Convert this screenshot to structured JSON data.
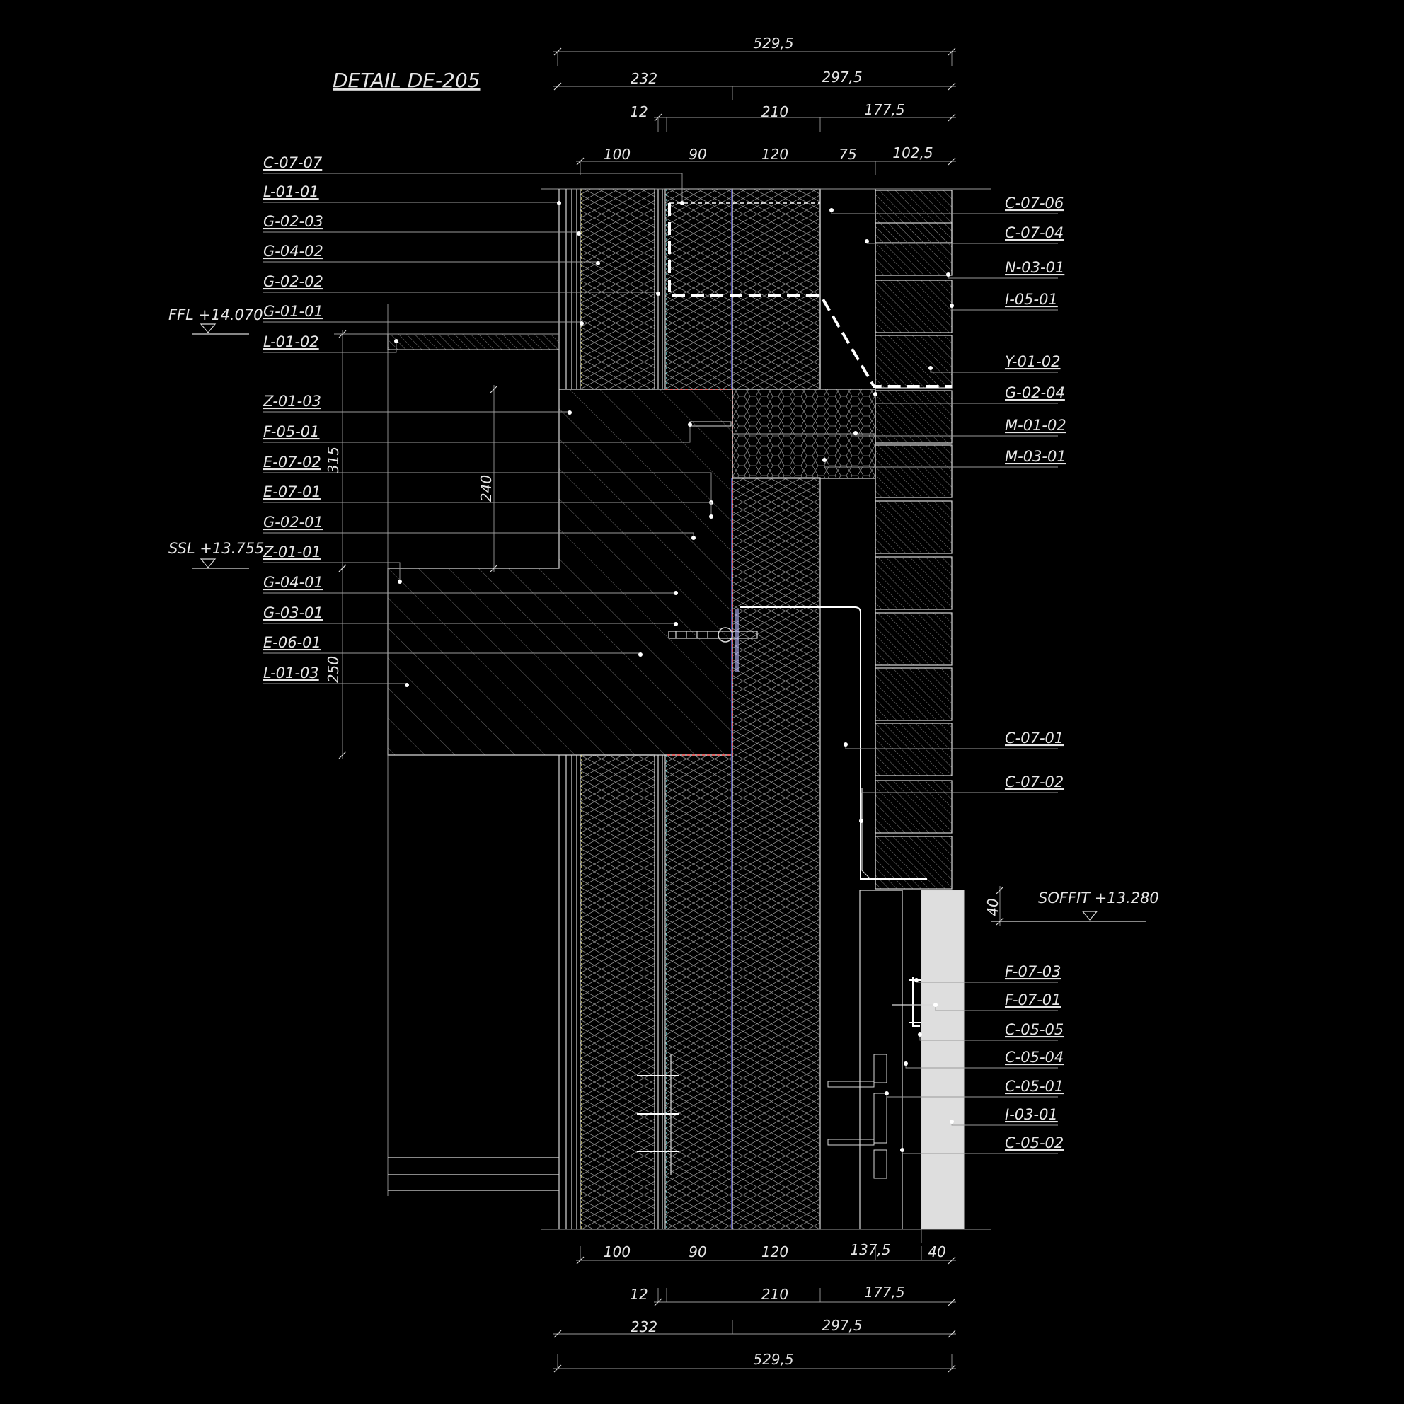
{
  "title": "DETAIL DE-205",
  "colors": {
    "background": "#000000",
    "line": "#d8d8d8",
    "membrane_red": "#e06060",
    "membrane_blue": "#5a5ad0",
    "cladding_panel": "#dedede"
  },
  "dimensions": {
    "top": {
      "overall": "529,5",
      "left_half": "232",
      "right_half": "297,5",
      "d12": "12",
      "d210": "210",
      "d177": "177,5",
      "d100": "100",
      "d90": "90",
      "d120": "120",
      "d75": "75",
      "d102": "102,5"
    },
    "bottom": {
      "overall": "529,5",
      "left_half": "232",
      "right_half": "297,5",
      "d12": "12",
      "d210": "210",
      "d177": "177,5",
      "d100": "100",
      "d90": "90",
      "d120": "120",
      "d137": "137,5",
      "d40": "40"
    },
    "vertical": {
      "slab_315": "315",
      "beam_240": "240",
      "slab_250": "250",
      "soffit_40": "40"
    }
  },
  "levels": {
    "ffl": "FFL +14.070",
    "ssl": "SSL +13.755",
    "soffit": "SOFFIT +13.280"
  },
  "labels_left": [
    "C-07-07",
    "L-01-01",
    "G-02-03",
    "G-04-02",
    "G-02-02",
    "G-01-01",
    "L-01-02",
    "Z-01-03",
    "F-05-01",
    "E-07-02",
    "E-07-01",
    "G-02-01",
    "Z-01-01",
    "G-04-01",
    "G-03-01",
    "E-06-01",
    "L-01-03"
  ],
  "labels_right": [
    "C-07-06",
    "C-07-04",
    "N-03-01",
    "I-05-01",
    "Y-01-02",
    "G-02-04",
    "M-01-02",
    "M-03-01",
    "C-07-01",
    "C-07-02",
    "F-07-03",
    "F-07-01",
    "C-05-05",
    "C-05-04",
    "C-05-01",
    "I-03-01",
    "C-05-02"
  ]
}
